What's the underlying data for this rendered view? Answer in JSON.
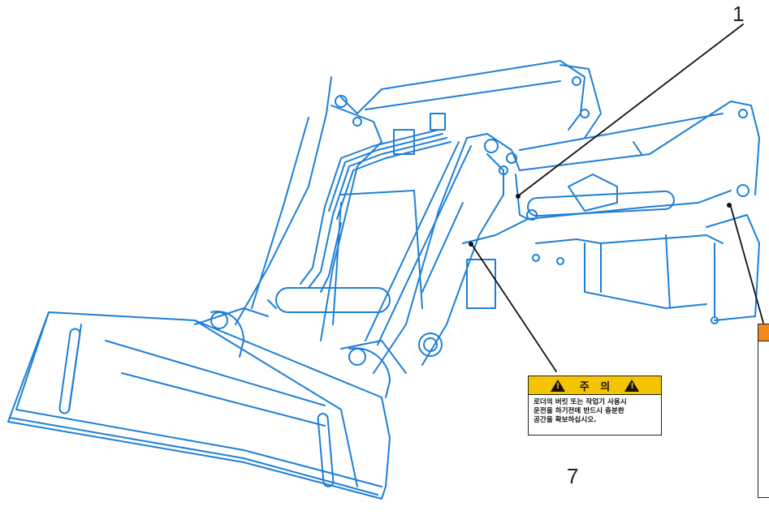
{
  "callouts": [
    {
      "number": "1"
    },
    {
      "number": "7"
    }
  ],
  "warning_label": {
    "heading": "주   의",
    "lines": [
      "로더의 버킷 또는 작업기 사용시",
      "운전을 하기전에 반드시 충분한",
      "공간을 확보하십시오."
    ],
    "header_color": "#f4c400"
  },
  "colors": {
    "line_art": "#1e7fd6",
    "leader": "#111111"
  }
}
